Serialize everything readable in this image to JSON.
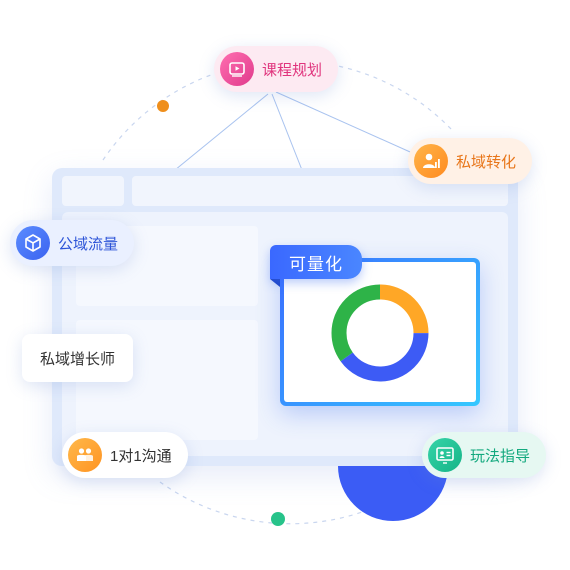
{
  "tags": {
    "course_planning": "课程规划",
    "private_conversion": "私域转化",
    "public_traffic": "公域流量",
    "private_growth_coach": "私域增长师",
    "one_on_one": "1对1沟通",
    "gameplay_guide": "玩法指导",
    "quantifiable": "可量化"
  },
  "icons": {
    "course_planning": "play-video-icon",
    "private_conversion": "user-chart-icon",
    "public_traffic": "cube-icon",
    "one_on_one": "two-users-icon",
    "gameplay_guide": "presentation-board-icon"
  },
  "colors": {
    "pink": "#e0347d",
    "orange": "#ff8a1f",
    "blue": "#3b63f0",
    "green": "#16b487",
    "donut_orange": "#ffa726",
    "donut_blue": "#3d5bf5",
    "donut_green": "#2eb348"
  },
  "donut": {
    "segments": [
      {
        "color": "#ffa726",
        "fraction": 0.25
      },
      {
        "color": "#3d5bf5",
        "fraction": 0.4
      },
      {
        "color": "#2eb348",
        "fraction": 0.35
      }
    ]
  }
}
